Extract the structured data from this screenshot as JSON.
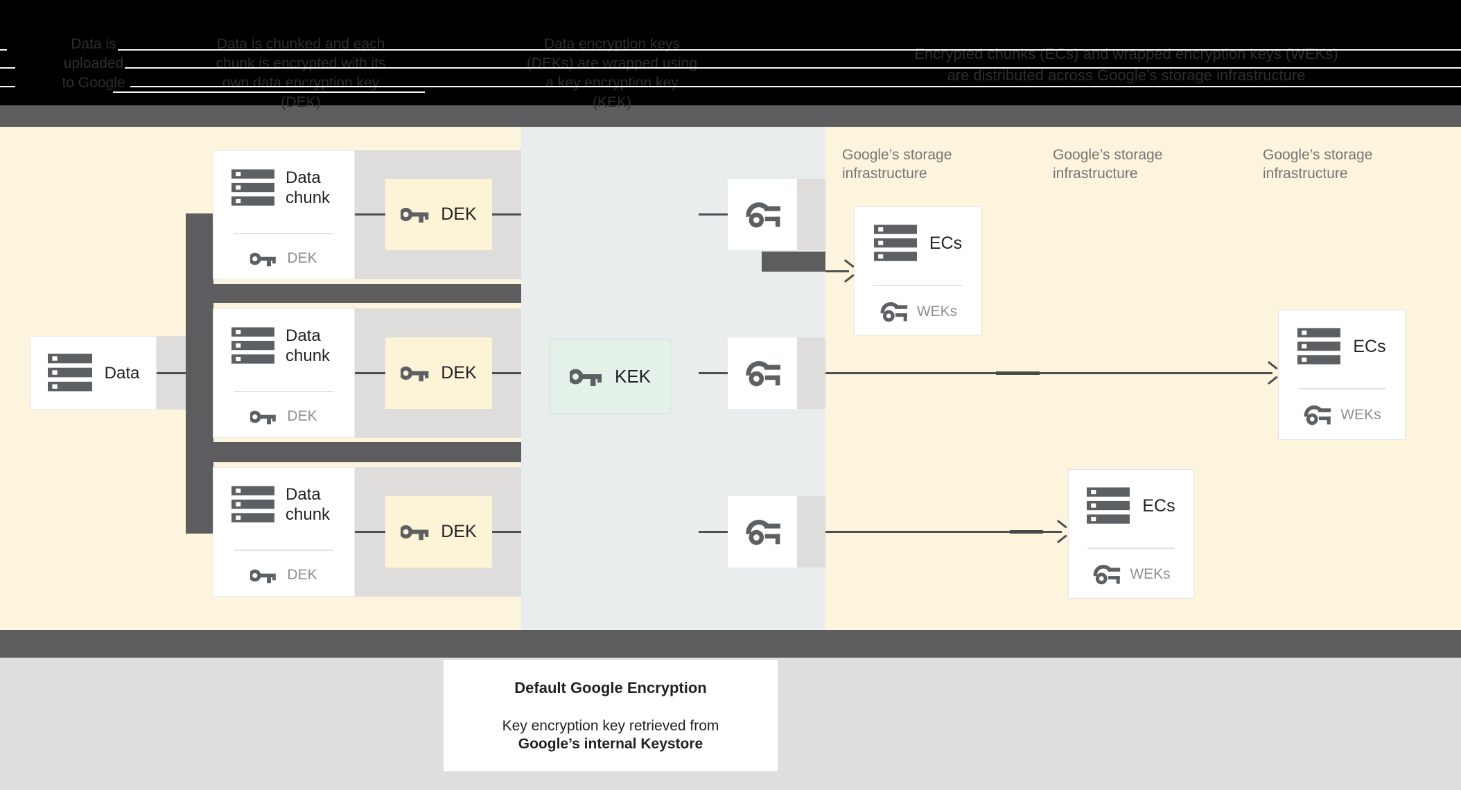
{
  "header": {
    "columns": [
      {
        "lines": [
          "Data is",
          "uploaded",
          "to Google"
        ]
      },
      {
        "lines": [
          "Data is chunked and each",
          "chunk is encrypted with its",
          "own data encryption key (DEK)"
        ]
      },
      {
        "lines": [
          "Data encryption keys",
          "(DEKs) are wrapped using",
          "a key encryption key (KEK)"
        ]
      },
      {
        "lines": [
          "Encrypted chunks (ECs) and wrapped encryption keys (WEKs)",
          "are distributed across Google’s storage infrastructure"
        ]
      }
    ]
  },
  "storage_labels": [
    {
      "line1": "Google’s storage",
      "line2": "infrastructure"
    },
    {
      "line1": "Google’s storage",
      "line2": "infrastructure"
    },
    {
      "line1": "Google’s storage",
      "line2": "infrastructure"
    }
  ],
  "nodes": {
    "data": {
      "label": "Data"
    },
    "chunks": [
      {
        "title_line1": "Data",
        "title_line2": "chunk",
        "key_label": "DEK"
      },
      {
        "title_line1": "Data",
        "title_line2": "chunk",
        "key_label": "DEK"
      },
      {
        "title_line1": "Data",
        "title_line2": "chunk",
        "key_label": "DEK"
      }
    ],
    "deks": [
      {
        "label": "DEK"
      },
      {
        "label": "DEK"
      },
      {
        "label": "DEK"
      }
    ],
    "kek": {
      "label": "KEK"
    },
    "ecs": [
      {
        "title": "ECs",
        "key_label": "WEKs"
      },
      {
        "title": "ECs",
        "key_label": "WEKs"
      },
      {
        "title": "ECs",
        "key_label": "WEKs"
      }
    ]
  },
  "caption": {
    "title": "Default Google Encryption",
    "line1": "Key encryption key retrieved from",
    "line2": "Google’s internal Keystore"
  },
  "colors": {
    "yellow_zone": "#fcf4dc",
    "middle_zone": "#e9edee",
    "dek_box": "#fdf3d7",
    "kek_box": "#e4f2e9",
    "dark_bar": "#5d5d5f",
    "icon_gray": "#5c6063",
    "line": "#4d4f51",
    "bottom_strip": "#dedede",
    "panel_gray": "#dedddc",
    "label_gray": "#757575",
    "text_dark": "#212121",
    "muted_text": "#8f8f8f",
    "header_text": "#2e2e2e"
  }
}
